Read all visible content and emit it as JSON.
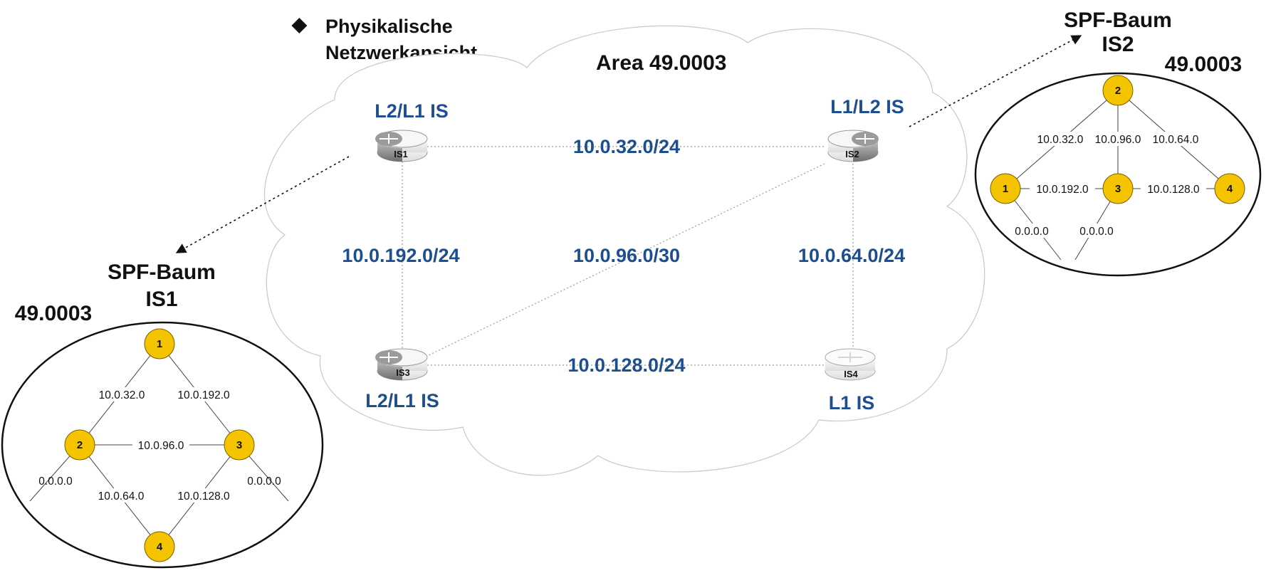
{
  "colors": {
    "accent_blue": "#1d4e8f",
    "node_fill": "#f5c400",
    "router_dark": "#8a8a8a",
    "router_light": "#f2f2f2"
  },
  "intro": {
    "bullet": "◆",
    "line1": "Physikalische",
    "line2": "Netzwerkansicht"
  },
  "cloud": {
    "area_label": "Area 49.0003"
  },
  "routers": [
    {
      "id": "IS1",
      "label": "IS1",
      "role": "L2/L1 IS"
    },
    {
      "id": "IS2",
      "label": "IS2",
      "role": "L1/L2 IS"
    },
    {
      "id": "IS3",
      "label": "IS3",
      "role": "L2/L1 IS"
    },
    {
      "id": "IS4",
      "label": "IS4",
      "role": "L1 IS"
    }
  ],
  "links": [
    {
      "from": "IS1",
      "to": "IS2",
      "label": "10.0.32.0/24"
    },
    {
      "from": "IS1",
      "to": "IS3",
      "label": "10.0.192.0/24"
    },
    {
      "from": "IS2",
      "to": "IS3",
      "label": "10.0.96.0/30"
    },
    {
      "from": "IS2",
      "to": "IS4",
      "label": "10.0.64.0/24"
    },
    {
      "from": "IS3",
      "to": "IS4",
      "label": "10.0.128.0/24"
    }
  ],
  "spf_is1": {
    "title_line1": "SPF-Baum",
    "title_line2": "IS1",
    "area": "49.0003",
    "nodes": [
      "1",
      "2",
      "3",
      "4"
    ],
    "edge_labels": [
      "10.0.32.0",
      "10.0.192.0",
      "10.0.96.0",
      "10.0.64.0",
      "10.0.128.0",
      "0.0.0.0",
      "0.0.0.0"
    ]
  },
  "spf_is2": {
    "title_line1": "SPF-Baum",
    "title_line2": "IS2",
    "area": "49.0003",
    "nodes": [
      "2",
      "1",
      "3",
      "4"
    ],
    "edge_labels": [
      "10.0.32.0",
      "10.0.96.0",
      "10.0.64.0",
      "10.0.192.0",
      "10.0.128.0",
      "0.0.0.0",
      "0.0.0.0"
    ]
  }
}
